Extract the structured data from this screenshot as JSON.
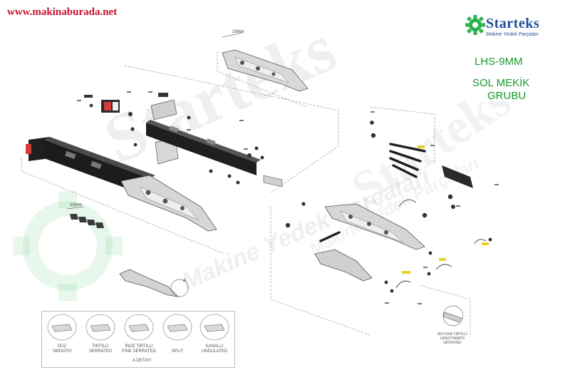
{
  "header": {
    "site_url": "www.makinaburada.net"
  },
  "logo": {
    "wordmark": "Starteks",
    "subtitle": "Makine Yedek Parçaları",
    "brand_color": "#1f4e9c",
    "gear_color": "#2bb24c",
    "icon": "gear-icon"
  },
  "title": {
    "line1": "LHS-9MM",
    "line2": "SOL MEKİK",
    "line3": "GRUBU",
    "color": "#1a9a2e"
  },
  "watermark": {
    "brand": "Starteks",
    "tagline": "Makine Yedek Parçaları"
  },
  "dimensions": {
    "top": "19mm",
    "left": "10mm"
  },
  "detail_a": {
    "caption": "A DETAYI",
    "callout": "A",
    "tips": [
      {
        "tr": "DÜZ",
        "en": "SMOOTH"
      },
      {
        "tr": "TIRTILLI",
        "en": "SERRATED"
      },
      {
        "tr": "İNCE TIRTILLI",
        "en": "FINE SERRATED"
      },
      {
        "tr": "",
        "en": "SPLIT"
      },
      {
        "tr": "KANALLI",
        "en": "UNDULATED"
      }
    ]
  },
  "grooved_note": {
    "tr": "BOYUNA TIRTILLI",
    "en": "LENGTHWAYS GROOVED"
  }
}
